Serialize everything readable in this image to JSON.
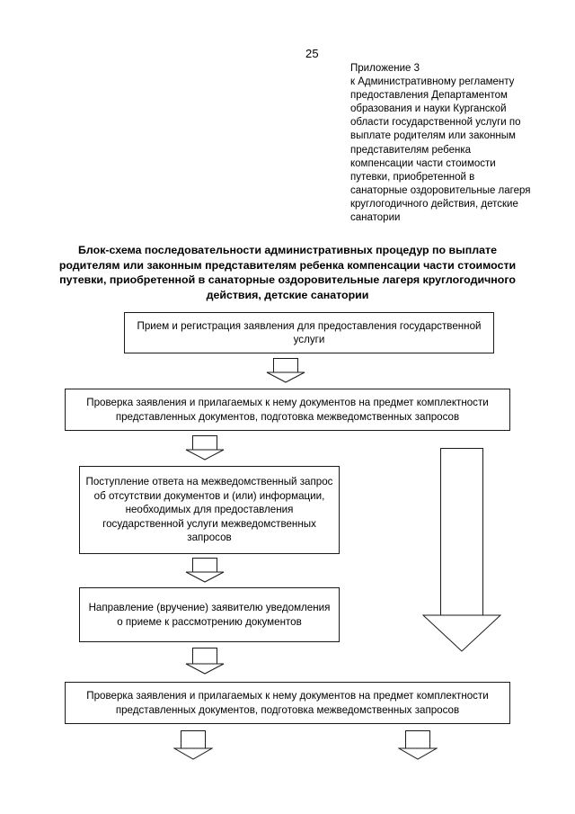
{
  "document": {
    "page_number": "25",
    "appendix_header": [
      "Приложение 3",
      "к Административному регламенту",
      "предоставления Департаментом",
      "образования и науки Курганской",
      "области государственной услуги по",
      "выплате родителям или законным",
      "представителям ребенка",
      "компенсации части стоимости",
      "путевки, приобретенной в",
      "санаторные оздоровительные лагеря",
      "круглогодичного действия, детские",
      "санатории"
    ],
    "title": "Блок-схема последовательности административных процедур по выплате родителям или законным представителям ребенка компенсации части стоимости путевки, приобретенной в санаторные оздоровительные лагеря круглогодичного действия, детские санатории"
  },
  "flowchart": {
    "boxes": [
      {
        "id": "box-1",
        "text": "Прием и регистрация заявления для предоставления государственной услуги"
      },
      {
        "id": "box-2",
        "text": "Проверка заявления и прилагаемых к нему документов на предмет комплектности представленных документов, подготовка межведомственных запросов"
      },
      {
        "id": "box-3",
        "text": "Поступление ответа на межведомственный запрос об отсутствии документов и (или) информации, необходимых для предоставления государственной услуги межведомственных запросов"
      },
      {
        "id": "box-4",
        "text": "Направление (вручение) заявителю уведомления о приеме к рассмотрению документов"
      },
      {
        "id": "box-5",
        "text": "Проверка заявления и прилагаемых к нему документов на предмет комплектности представленных документов, подготовка межведомственных запросов"
      }
    ],
    "connectors": [
      {
        "id": "arrow-1",
        "kind": "down-arrow-small",
        "from": "box-1",
        "to": "box-2"
      },
      {
        "id": "arrow-2",
        "kind": "down-arrow-small",
        "from": "box-2",
        "to": "box-3"
      },
      {
        "id": "arrow-3",
        "kind": "down-arrow-small",
        "from": "box-3",
        "to": "box-4"
      },
      {
        "id": "arrow-4",
        "kind": "down-arrow-small",
        "from": "box-4",
        "to": "box-5"
      },
      {
        "id": "arrow-5",
        "kind": "down-arrow-small",
        "from": "box-5",
        "to": "next-page"
      },
      {
        "id": "arrow-6",
        "kind": "down-arrow-small",
        "from": "box-5",
        "to": "next-page"
      },
      {
        "id": "arrow-big",
        "kind": "down-arrow-large",
        "from": "box-2",
        "to": "box-5"
      }
    ]
  },
  "colors": {
    "ink": "#1a1a1a",
    "paper": "#ffffff"
  }
}
